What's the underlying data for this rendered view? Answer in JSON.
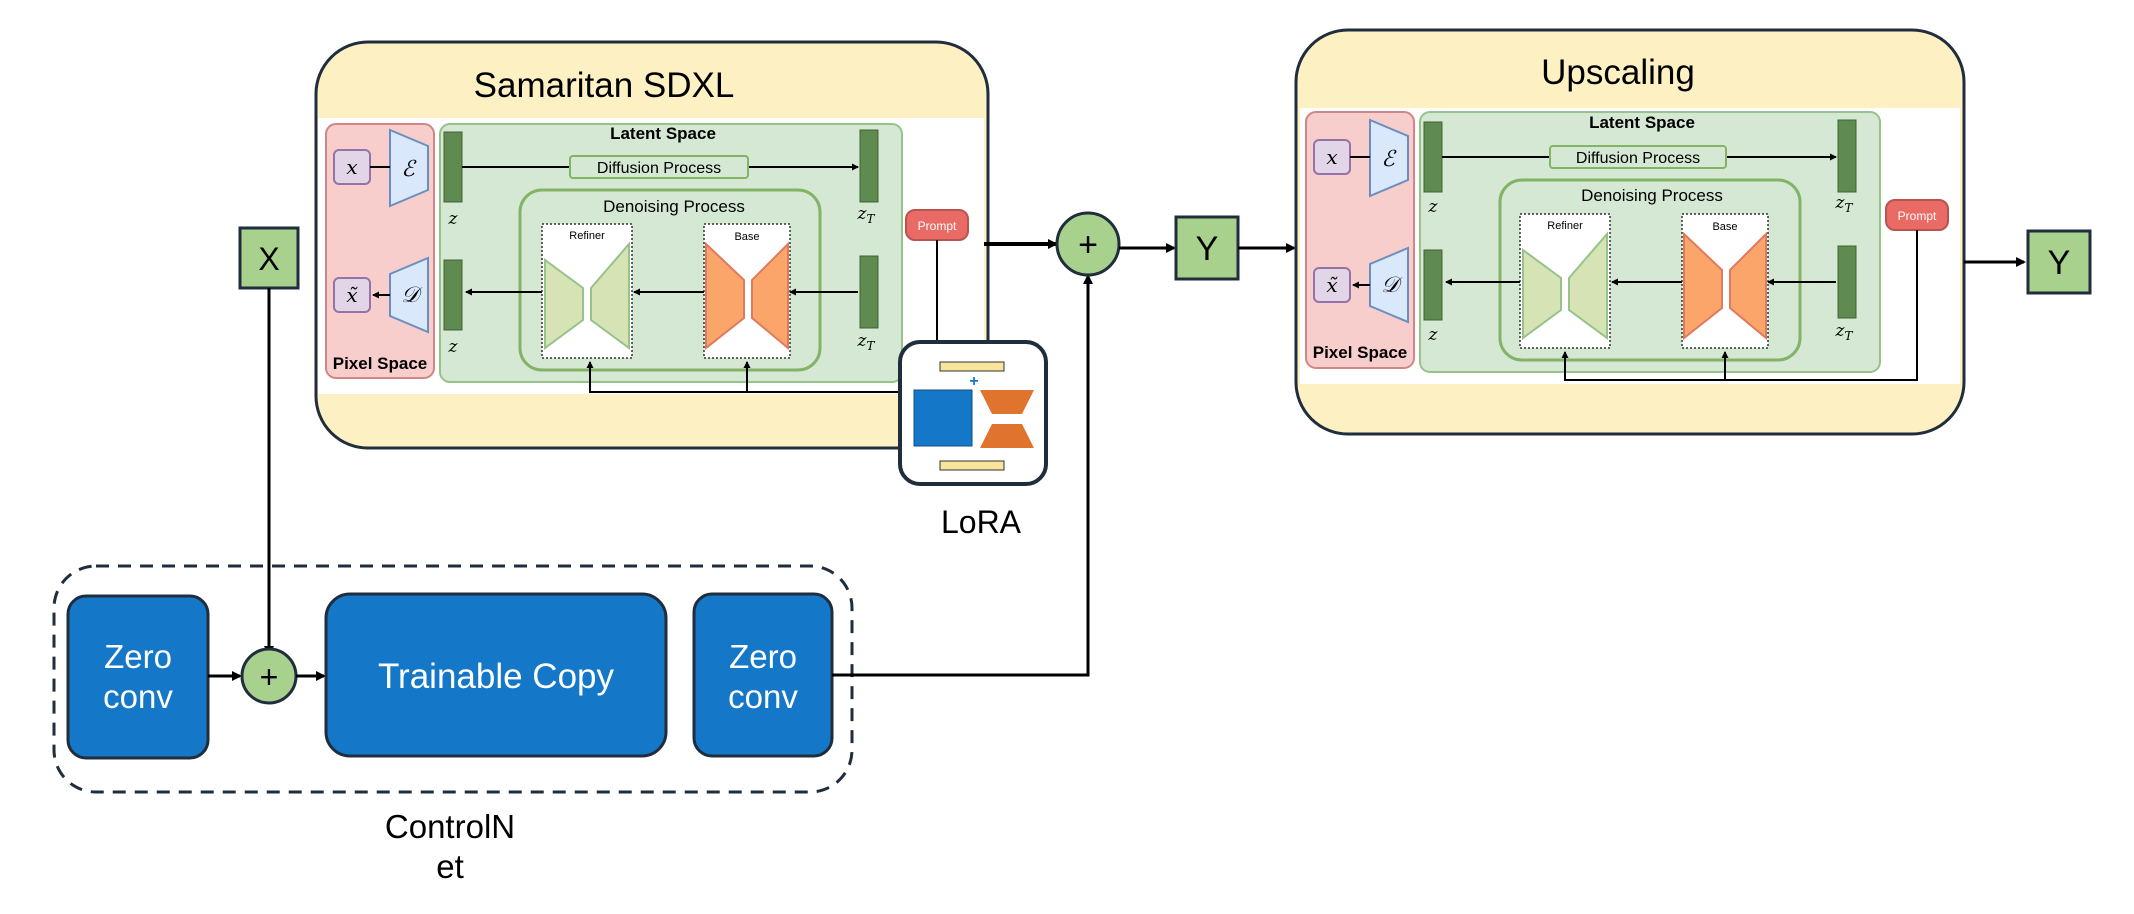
{
  "sdxl": {
    "title": "Samaritan SDXL",
    "latent_space": "Latent Space",
    "diffusion_process": "Diffusion Process",
    "denoising_process": "Denoising Process",
    "refiner": "Refiner",
    "base": "Base",
    "pixel_space": "Pixel Space",
    "prompt": "Prompt",
    "x": "x",
    "x_tilde": "x̃",
    "encoder": "ℰ",
    "decoder": "𝒟",
    "z": "z",
    "z_t_main": "z",
    "z_t_sub": "T"
  },
  "upscaling": {
    "title": "Upscaling",
    "latent_space": "Latent Space",
    "diffusion_process": "Diffusion Process",
    "denoising_process": "Denoising Process",
    "refiner": "Refiner",
    "base": "Base",
    "pixel_space": "Pixel Space",
    "prompt": "Prompt",
    "x": "x",
    "x_tilde": "x̃",
    "encoder": "ℰ",
    "decoder": "𝒟",
    "z": "z",
    "z_t_main": "z",
    "z_t_sub": "T"
  },
  "input_x": "X",
  "output_y1": "Y",
  "output_y2": "Y",
  "plus": "+",
  "lora_label": "LoRA",
  "controlnet": {
    "label_line1": "ControlN",
    "label_line2": "et",
    "zero_conv_left_1": "Zero",
    "zero_conv_left_2": "conv",
    "trainable_copy": "Trainable Copy",
    "zero_conv_right_1": "Zero",
    "zero_conv_right_2": "conv"
  },
  "colors": {
    "panel_fill": "#fdf1c4",
    "latent_fill": "#d5e8d4",
    "pixel_fill": "#f8cecc",
    "controlnet_blue": "#1477c7",
    "node_green": "#a8d18d",
    "refiner_green": "#d5e3b5",
    "base_orange": "#fba56b",
    "prompt_red": "#ea6b66",
    "lora_orange": "#e0742f",
    "lora_yellow": "#f7e59b"
  }
}
